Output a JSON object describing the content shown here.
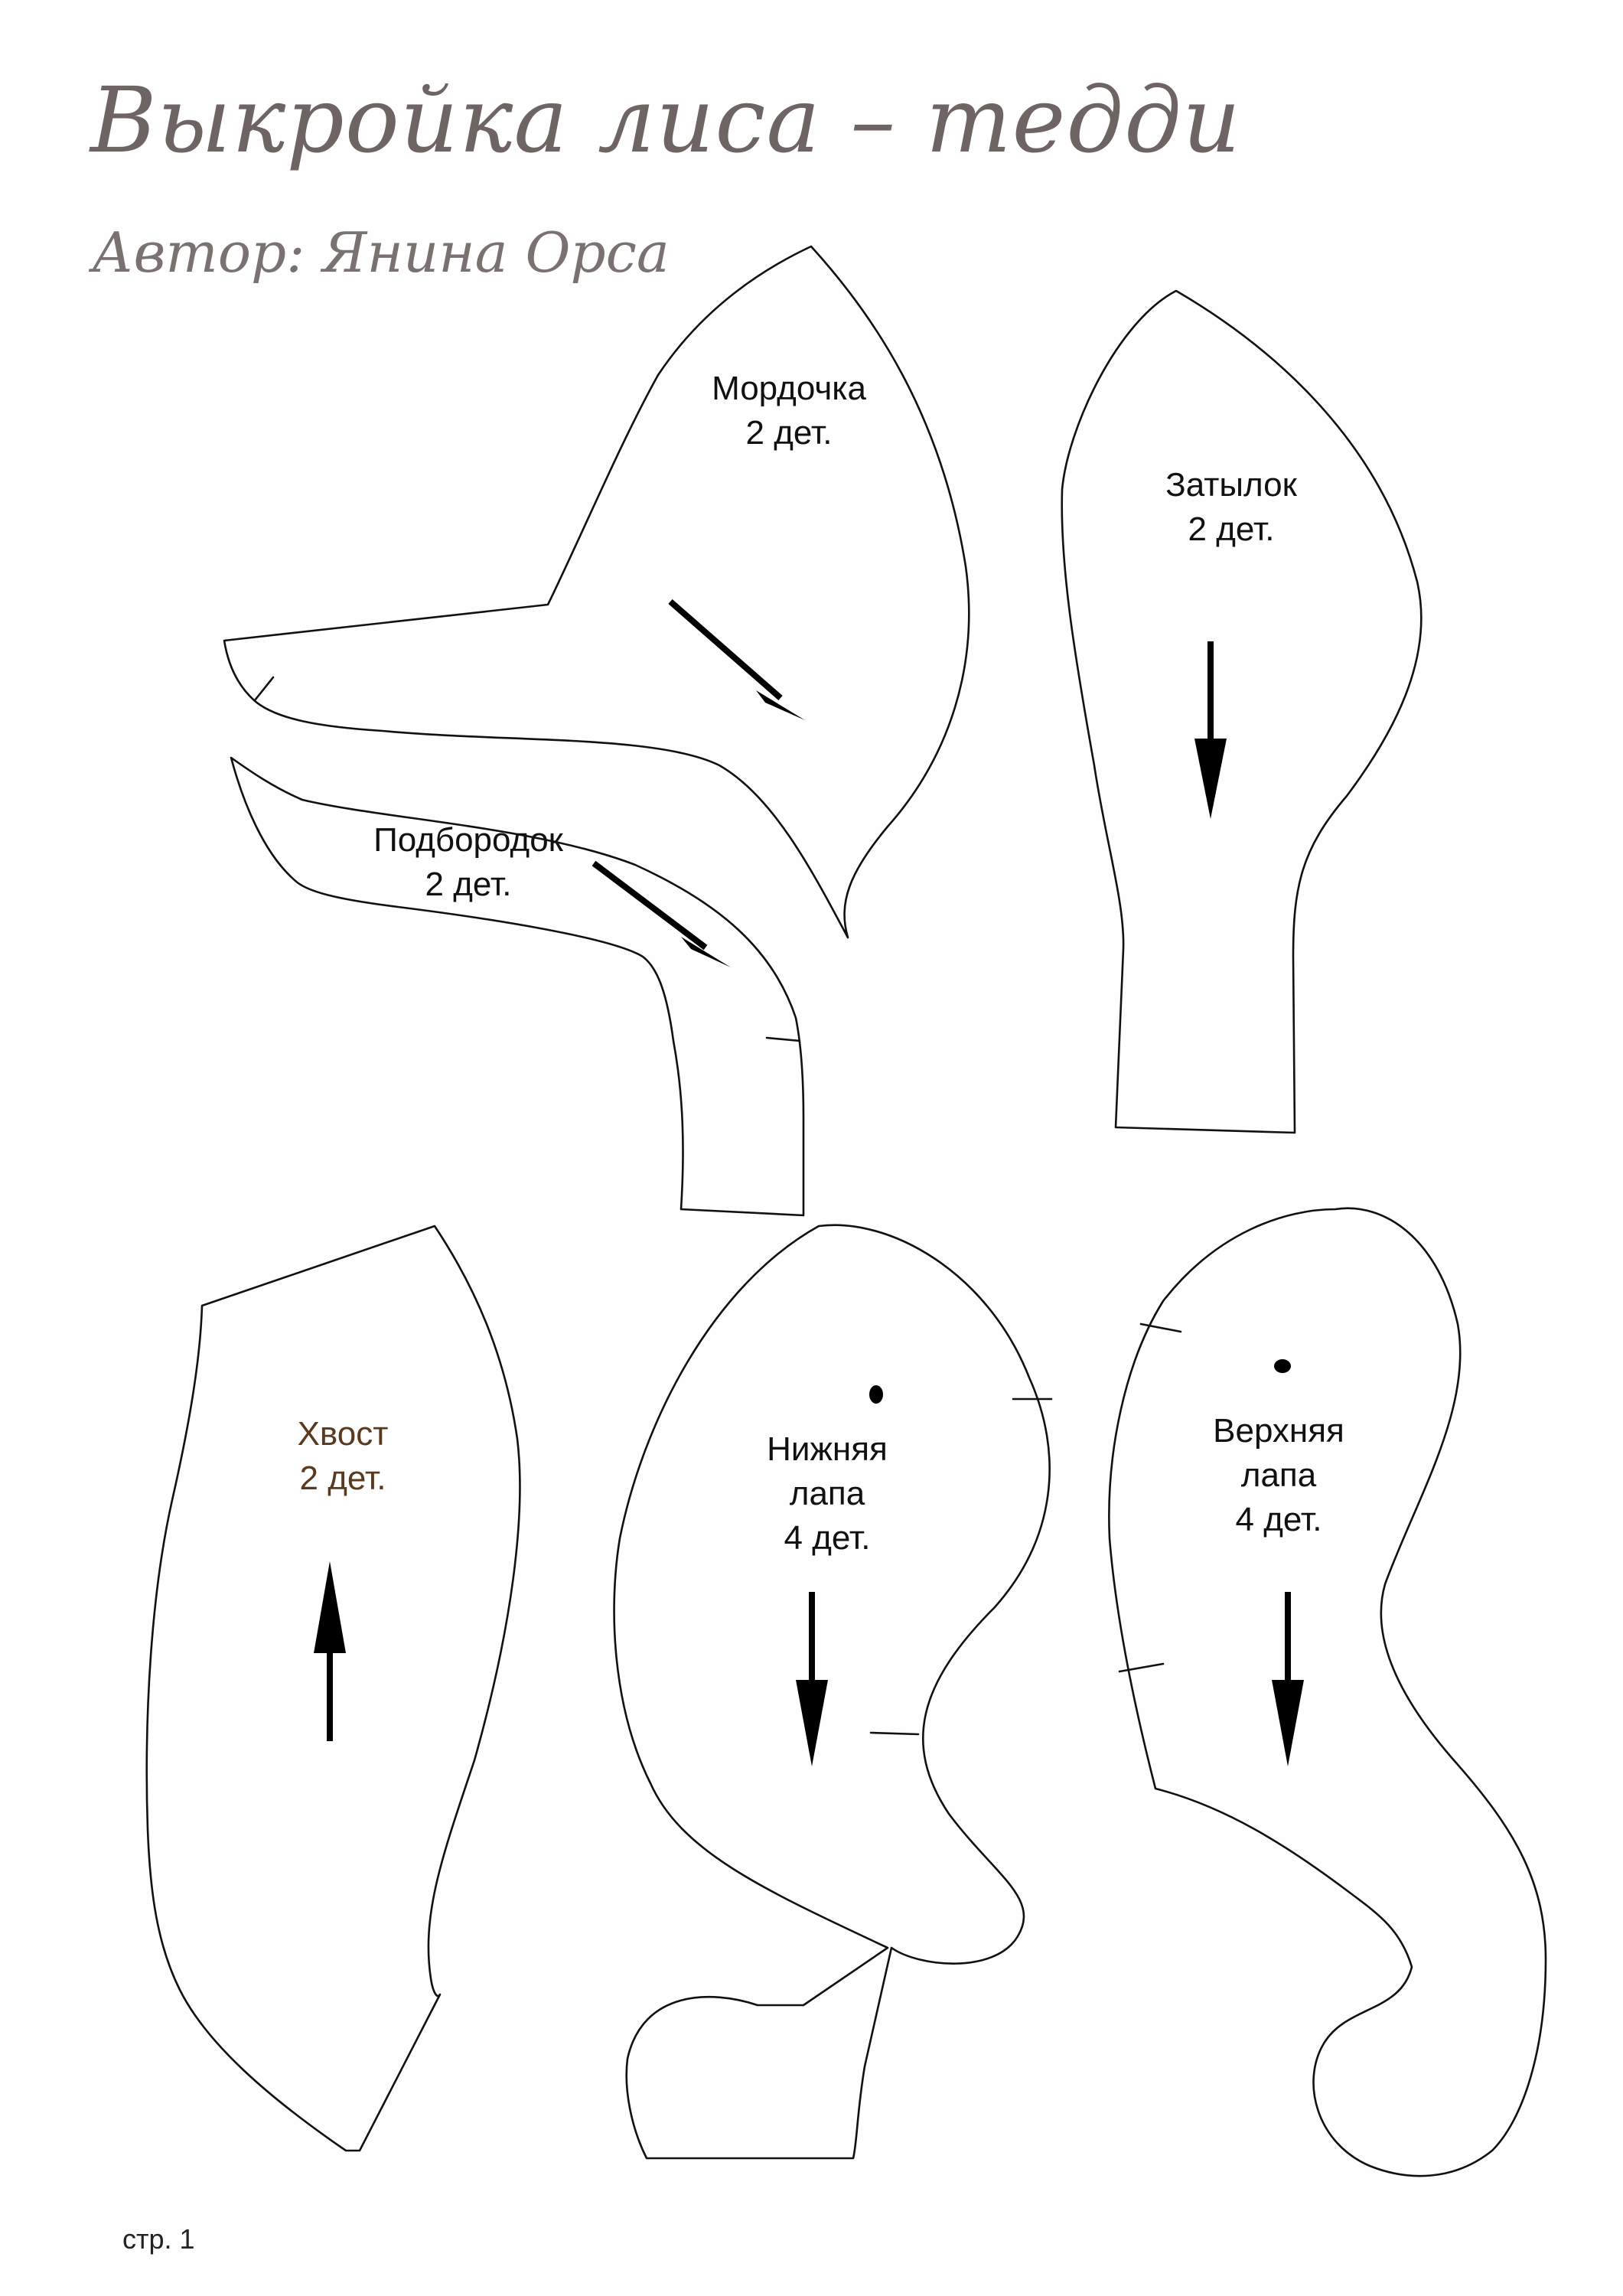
{
  "document": {
    "title": "Выкройка лиса – тедди",
    "author": "Автор: Янина Орса",
    "page_number": "стр. 1"
  },
  "pieces": {
    "muzzle": {
      "name": "Мордочка",
      "count": "2 дет."
    },
    "nape": {
      "name": "Затылок",
      "count": "2 дет."
    },
    "chin": {
      "name": "Подбородок",
      "count": "2 дет."
    },
    "tail": {
      "name": "Хвост",
      "count": "2 дет."
    },
    "lower_paw": {
      "name_line1": "Нижняя",
      "name_line2": "лапа",
      "count": "4 дет."
    },
    "upper_paw": {
      "name_line1": "Верхняя",
      "name_line2": "лапа",
      "count": "4 дет."
    }
  },
  "colors": {
    "title": "#6d6463",
    "outline": "#111111",
    "tail_label": "#5a3a1e"
  }
}
